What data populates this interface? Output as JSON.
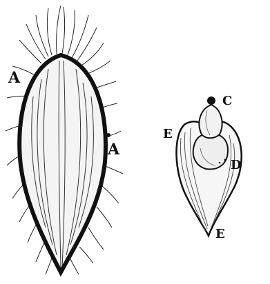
{
  "figure": {
    "labels": {
      "left_a_top": "A",
      "left_a_right": "A",
      "right_c": "C",
      "right_e_left": "E",
      "right_d": "D",
      "right_e_bottom": "E"
    }
  }
}
